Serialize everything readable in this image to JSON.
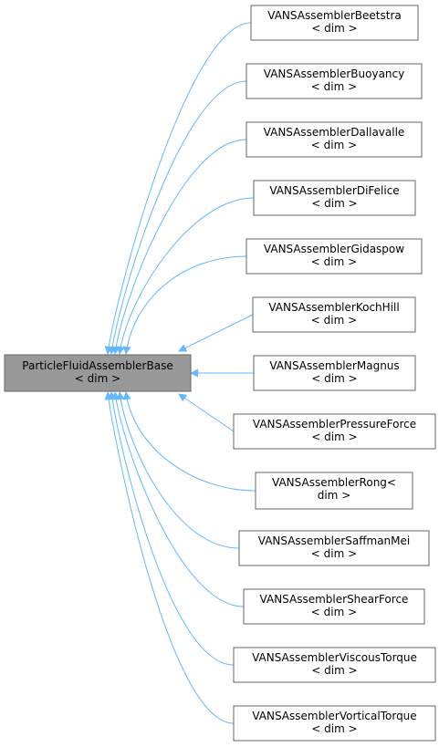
{
  "base": {
    "line1": "ParticleFluidAssemblerBase",
    "line2": "< dim >",
    "fill": "#999999"
  },
  "edge_color": "#63b8ff",
  "derived": [
    {
      "id": "beetstra",
      "line1": "VANSAssemblerBeetstra",
      "line2": "< dim >"
    },
    {
      "id": "buoyancy",
      "line1": "VANSAssemblerBuoyancy",
      "line2": "< dim >"
    },
    {
      "id": "dallavalle",
      "line1": "VANSAssemblerDallavalle",
      "line2": "< dim >"
    },
    {
      "id": "difelice",
      "line1": "VANSAssemblerDiFelice",
      "line2": "< dim >"
    },
    {
      "id": "gidaspow",
      "line1": "VANSAssemblerGidaspow",
      "line2": "< dim >"
    },
    {
      "id": "kochhill",
      "line1": "VANSAssemblerKochHill",
      "line2": "< dim >"
    },
    {
      "id": "magnus",
      "line1": "VANSAssemblerMagnus",
      "line2": "< dim >"
    },
    {
      "id": "pressureforce",
      "line1": "VANSAssemblerPressureForce",
      "line2": "< dim >"
    },
    {
      "id": "rong",
      "line1": "VANSAssemblerRong<",
      "line2": "dim >"
    },
    {
      "id": "saffmanmei",
      "line1": "VANSAssemblerSaffmanMei",
      "line2": "< dim >"
    },
    {
      "id": "shearforce",
      "line1": "VANSAssemblerShearForce",
      "line2": "< dim >"
    },
    {
      "id": "viscoustorque",
      "line1": "VANSAssemblerViscousTorque",
      "line2": "< dim >"
    },
    {
      "id": "verticaltorque",
      "line1": "VANSAssemblerVorticalTorque",
      "line2": "< dim >"
    }
  ]
}
